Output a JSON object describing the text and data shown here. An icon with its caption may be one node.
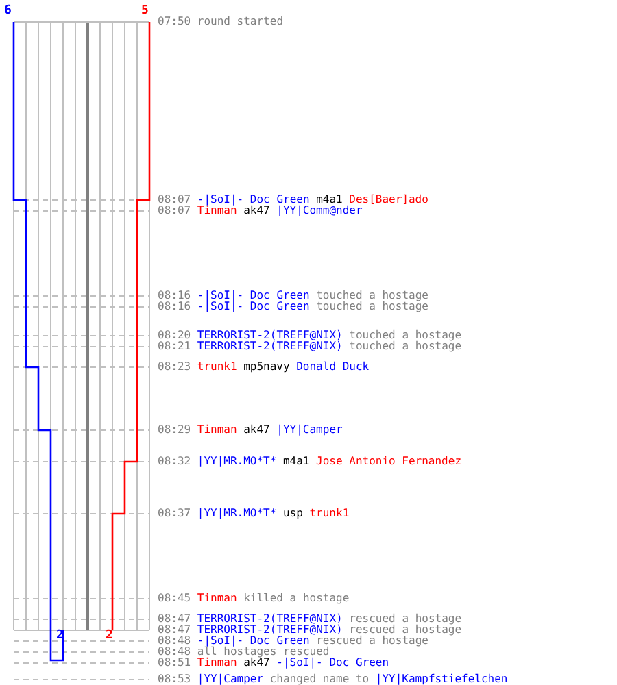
{
  "diagram": {
    "labels": [
      "6",
      "5",
      "07:50",
      "round started",
      "08:07",
      "-|SoI|- Doc Green",
      "m4a1",
      "Des[Baer]ado",
      "08:07",
      "Tinman",
      "ak47",
      "|YY|Comm@nder",
      "08:16",
      "-|SoI|- Doc Green",
      "touched a hostage",
      "08:16",
      "-|SoI|- Doc Green",
      "touched a hostage",
      "08:20",
      "TERRORIST-2(TREFF@NIX)",
      "touched a hostage",
      "08:21",
      "TERRORIST-2(TREFF@NIX)",
      "touched a hostage",
      "08:23",
      "trunk1",
      "mp5navy",
      "Donald Duck",
      "08:29",
      "Tinman",
      "ak47",
      "|YY|Camper",
      "08:32",
      "|YY|MR.MO*T*",
      "m4a1",
      "Jose Antonio Fernandez",
      "08:37",
      "|YY|MR.MO*T*",
      "usp",
      "trunk1",
      "08:45",
      "Tinman",
      "killed a hostage",
      "2",
      "2",
      "08:47",
      "TERRORIST-2(TREFF@NIX)",
      "rescued a hostage",
      "08:47",
      "TERRORIST-2(TREFF@NIX)",
      "rescued a hostage",
      "08:48",
      "-|SoI|- Doc Green",
      "rescued a hostage",
      "08:48",
      "all hostages rescued",
      "08:51",
      "Tinman",
      "ak47",
      "-|SoI|- Doc Green",
      "08:53",
      "|YY|Camper",
      "changed name to",
      "|YY|Kampfstiefelchen"
    ]
  }
}
